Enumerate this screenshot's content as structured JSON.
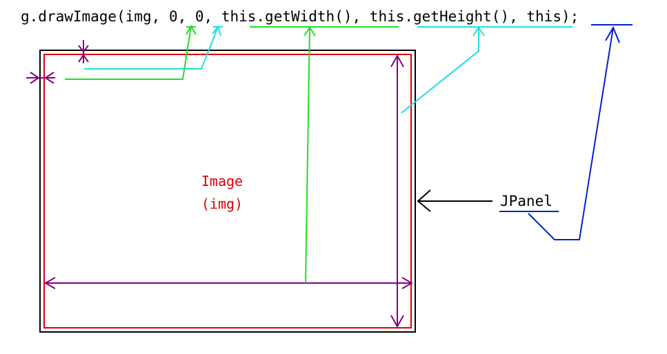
{
  "code": {
    "prefix": "g.drawImage(img, ",
    "arg_x": "0",
    "sep1": ", ",
    "arg_y": "0",
    "sep2": ", ",
    "arg_width": "this.getWidth()",
    "sep3": ", ",
    "arg_height": "this.getHeight()",
    "sep4": ", ",
    "arg_observer": "this",
    "suffix": ");"
  },
  "labels": {
    "image_line1": "Image",
    "image_line2": "(img)",
    "panel": "JPanel"
  },
  "colors": {
    "x_arg": "#22dd22",
    "y_arg": "#22dddd",
    "width_arg": "#22dd22",
    "height_arg": "#22dddd",
    "observer_arg": "#0022cc",
    "image_border": "#dd0000",
    "panel_border": "#000000",
    "dimension_arrows": "#800080",
    "image_text": "#dd0000"
  }
}
